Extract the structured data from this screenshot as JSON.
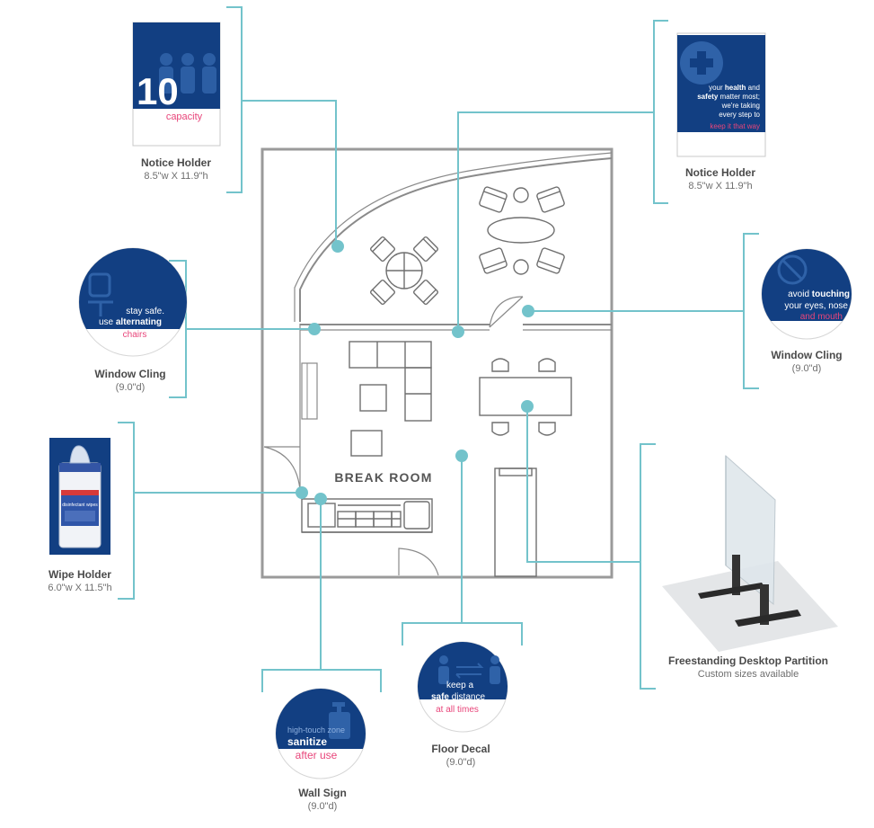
{
  "colors": {
    "navy": "#123f82",
    "teal": "#73c3cb",
    "pink": "#e8457a",
    "wall": "#9a9a9a",
    "furniture": "#6f6f6f"
  },
  "room": {
    "title": "BREAK ROOM"
  },
  "products": {
    "notice_holder_left": {
      "title": "Notice Holder",
      "size": "8.5\"w X 11.9\"h",
      "sign_number": "10",
      "sign_text": "capacity"
    },
    "notice_holder_right": {
      "title": "Notice Holder",
      "size": "8.5\"w X 11.9\"h",
      "sign_line1_a": "your ",
      "sign_line1_b": "health",
      "sign_line1_c": " and",
      "sign_line2_a": "safety",
      "sign_line2_b": " matter most;",
      "sign_line3": "we're taking",
      "sign_line4": "every step to",
      "sign_line5": "keep it that way"
    },
    "window_cling_left": {
      "title": "Window Cling",
      "size": "(9.0\"d)",
      "sign_line1": "stay safe.",
      "sign_line2_a": "use ",
      "sign_line2_b": "alternating",
      "sign_line3": "chairs"
    },
    "window_cling_right": {
      "title": "Window Cling",
      "size": "(9.0\"d)",
      "sign_line1_a": "avoid ",
      "sign_line1_b": "touching",
      "sign_line2": "your eyes, nose",
      "sign_line3": "and mouth"
    },
    "wipe_holder": {
      "title": "Wipe Holder",
      "size": "6.0\"w X 11.5\"h",
      "canister_text": "disinfectant wipes"
    },
    "desktop_partition": {
      "title": "Freestanding Desktop Partition",
      "size": "Custom sizes available"
    },
    "floor_decal": {
      "title": "Floor Decal",
      "size": "(9.0\"d)",
      "sign_line1": "keep a",
      "sign_line2_a": "safe",
      "sign_line2_b": " distance",
      "sign_line3": "at all times"
    },
    "wall_sign": {
      "title": "Wall Sign",
      "size": "(9.0\"d)",
      "sign_line1": "high-touch zone",
      "sign_line2": "sanitize",
      "sign_line3": "after use"
    }
  }
}
